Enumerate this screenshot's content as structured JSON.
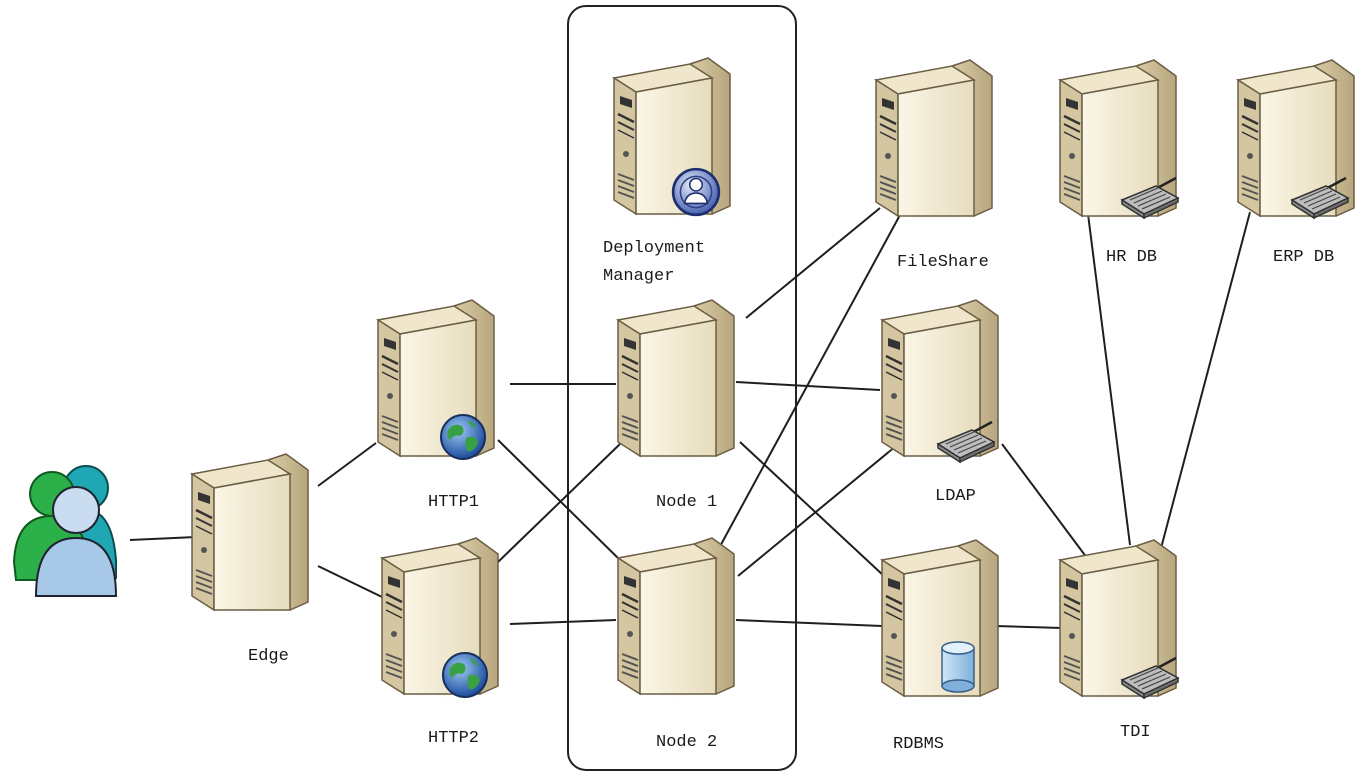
{
  "labels": {
    "deployment_manager_line1": "Deployment",
    "deployment_manager_line2": "Manager",
    "fileshare": "FileShare",
    "hr_db": "HR DB",
    "erp_db": "ERP DB",
    "http1": "HTTP1",
    "node1": "Node 1",
    "ldap": "LDAP",
    "edge": "Edge",
    "http2": "HTTP2",
    "node2": "Node 2",
    "rdbms": "RDBMS",
    "tdi": "TDI"
  },
  "nodes": [
    {
      "id": "users",
      "icon": "user-group-icon"
    },
    {
      "id": "edge",
      "icon": "server-icon"
    },
    {
      "id": "http1",
      "icon": "server-icon",
      "badge": "globe-icon"
    },
    {
      "id": "http2",
      "icon": "server-icon",
      "badge": "globe-icon"
    },
    {
      "id": "dmgr",
      "icon": "server-icon",
      "badge": "admin-user-icon"
    },
    {
      "id": "node1",
      "icon": "server-icon"
    },
    {
      "id": "node2",
      "icon": "server-icon"
    },
    {
      "id": "fileshare",
      "icon": "server-icon"
    },
    {
      "id": "ldap",
      "icon": "server-icon",
      "badge": "network-card-icon"
    },
    {
      "id": "rdbms",
      "icon": "server-icon",
      "badge": "database-icon"
    },
    {
      "id": "hrdb",
      "icon": "server-icon",
      "badge": "network-card-icon"
    },
    {
      "id": "erpdb",
      "icon": "server-icon",
      "badge": "network-card-icon"
    },
    {
      "id": "tdi",
      "icon": "server-icon",
      "badge": "network-card-icon"
    }
  ],
  "connections": [
    [
      "users",
      "edge"
    ],
    [
      "edge",
      "http1"
    ],
    [
      "edge",
      "http2"
    ],
    [
      "http1",
      "node1"
    ],
    [
      "http1",
      "node2"
    ],
    [
      "http2",
      "node1"
    ],
    [
      "http2",
      "node2"
    ],
    [
      "node1",
      "fileshare"
    ],
    [
      "node1",
      "ldap"
    ],
    [
      "node1",
      "rdbms"
    ],
    [
      "node2",
      "fileshare"
    ],
    [
      "node2",
      "ldap"
    ],
    [
      "node2",
      "rdbms"
    ],
    [
      "ldap",
      "tdi"
    ],
    [
      "rdbms",
      "tdi"
    ],
    [
      "hrdb",
      "tdi"
    ],
    [
      "erpdb",
      "tdi"
    ]
  ],
  "colors": {
    "server_body": "#f0e8d0",
    "server_side": "#cfc09a",
    "globe": "#3a78c8",
    "user_back": "#2cb04a",
    "user_front": "#a8c8e8",
    "cluster_border": "#222222"
  }
}
